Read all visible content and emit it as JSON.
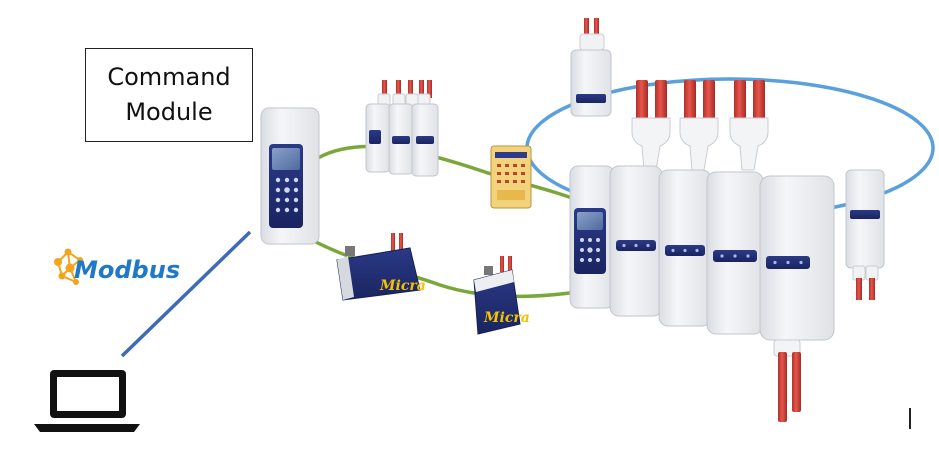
{
  "callout": {
    "line1": "Command",
    "line2": "Module"
  },
  "protocol": {
    "label": "Modbus"
  },
  "detector_brand": "Micra",
  "colors": {
    "ring_network": "#5aa0dc",
    "local_network": "#7aa63a",
    "modbus_link": "#3d6bb8",
    "pipe_red": "#d8423a",
    "module_panel": "#2c3b8c",
    "module_body": "#eef0f2",
    "modbus_logo": "#1f78c8",
    "modbus_nodes": "#f2a51c"
  },
  "icons": {
    "laptop": "laptop-icon",
    "modbus": "modbus-logo"
  }
}
